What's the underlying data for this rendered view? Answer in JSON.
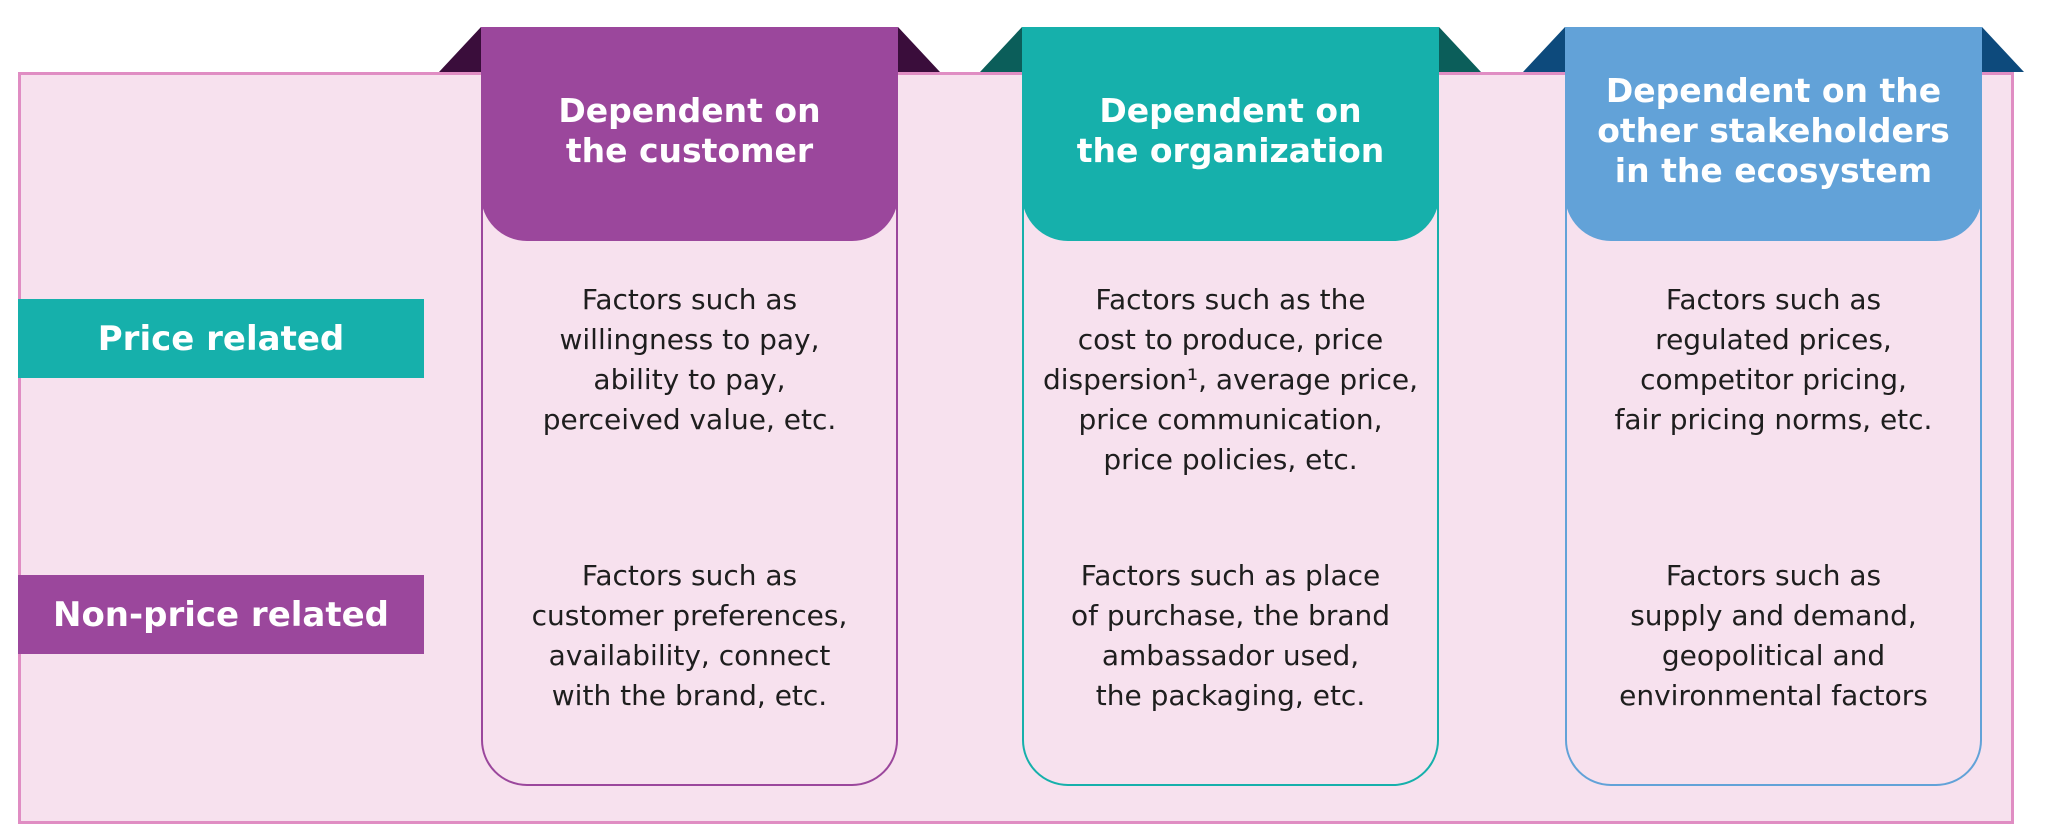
{
  "rows": {
    "price": "Price related",
    "non_price": "Non-price related"
  },
  "columns": [
    {
      "header_lines": [
        "Dependent on",
        "the customer"
      ],
      "price_lines": [
        "Factors such as",
        "willingness to pay,",
        "ability to pay,",
        "perceived value, etc."
      ],
      "non_price_lines": [
        "Factors such as",
        "customer preferences,",
        "availability, connect",
        "with the brand, etc."
      ]
    },
    {
      "header_lines": [
        "Dependent on",
        "the organization"
      ],
      "price_lines": [
        "Factors such as the",
        "cost to produce, price",
        "dispersion¹, average price,",
        "price communication,",
        "price policies, etc."
      ],
      "non_price_lines": [
        "Factors such as place",
        "of purchase, the brand",
        "ambassador used,",
        "the packaging, etc."
      ]
    },
    {
      "header_lines": [
        "Dependent on the",
        "other stakeholders",
        "in the ecosystem"
      ],
      "price_lines": [
        "Factors such as",
        "regulated prices,",
        "competitor pricing,",
        "fair pricing norms, etc."
      ],
      "non_price_lines": [
        "Factors such as",
        "supply and demand,",
        "geopolitical and",
        "environmental factors"
      ]
    }
  ],
  "colors": {
    "background_panel": "#f7e1ee",
    "panel_border": "#e08dc3",
    "purple": "#9b479c",
    "teal": "#16b0ab",
    "blue": "#62a2d8",
    "purple_fold": "#3a0d3b",
    "teal_fold": "#0b5e5a",
    "blue_fold": "#0d4a7c"
  }
}
